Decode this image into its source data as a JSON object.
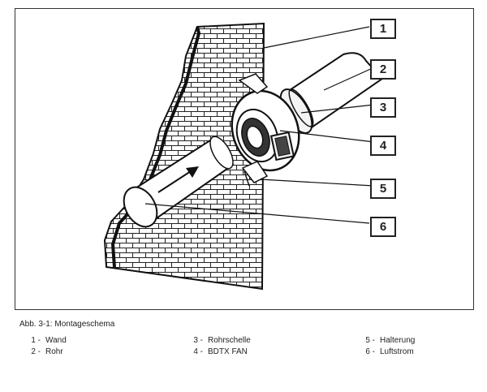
{
  "figure": {
    "callouts": [
      "1",
      "2",
      "3",
      "4",
      "5",
      "6"
    ]
  },
  "caption": "Abb. 3-1: Montageschema",
  "legend": [
    {
      "num": "1 -",
      "label": "Wand"
    },
    {
      "num": "2 -",
      "label": "Rohr"
    },
    {
      "num": "3 -",
      "label": "Rohrschelle"
    },
    {
      "num": "4 -",
      "label": "BDTX FAN"
    },
    {
      "num": "5 -",
      "label": "Halterung"
    },
    {
      "num": "6 -",
      "label": "Luftstrom"
    }
  ]
}
